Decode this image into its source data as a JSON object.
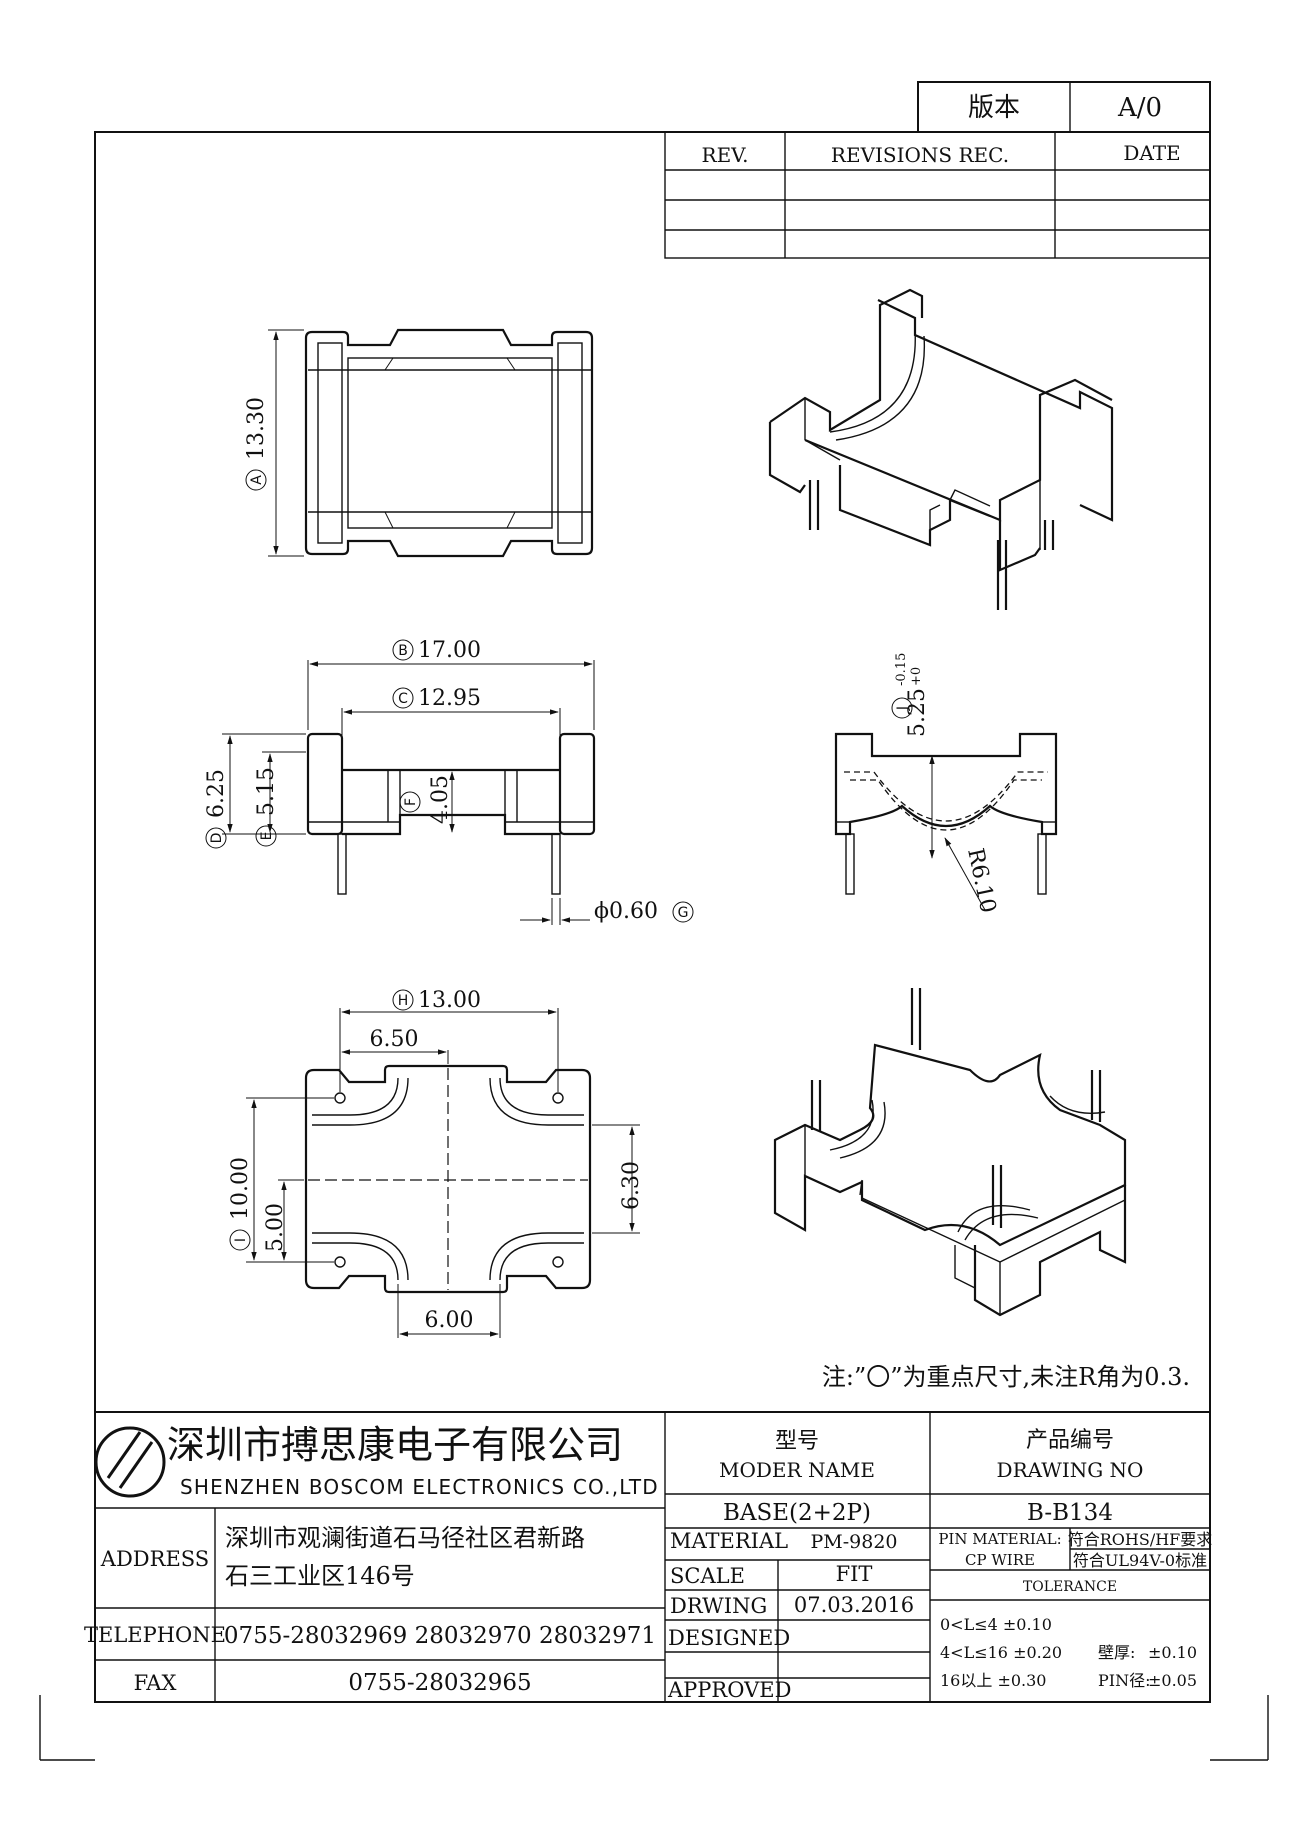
{
  "version_box": {
    "label": "版本",
    "value": "A/0"
  },
  "revisions": {
    "headers": [
      "REV.",
      "REVISIONS REC.",
      "DATE"
    ],
    "rows": [
      [
        "",
        "",
        ""
      ],
      [
        "",
        "",
        ""
      ],
      [
        "",
        "",
        ""
      ]
    ]
  },
  "dimensions": {
    "A": {
      "marker": "A",
      "value": "13.30"
    },
    "B": {
      "marker": "B",
      "value": "17.00"
    },
    "C": {
      "marker": "C",
      "value": "12.95"
    },
    "D": {
      "marker": "D",
      "value": "6.25"
    },
    "E": {
      "marker": "E",
      "value": "5.15"
    },
    "F": {
      "marker": "F",
      "value": "4.05"
    },
    "G": {
      "marker": "G",
      "value": "ϕ0.60"
    },
    "H": {
      "marker": "H",
      "value": "13.00"
    },
    "I": {
      "marker": "I",
      "value": "10.00"
    },
    "J": {
      "marker": "J",
      "value": "5.25",
      "tol_upper": "+0",
      "tol_lower": "-0.15"
    },
    "plain": {
      "half_width": "6.50",
      "half_height": "5.00",
      "notch_height": "6.30",
      "bottom_width": "6.00",
      "radius": "R6.10"
    }
  },
  "note": "注:”〇”为重点尺寸,未注R角为0.3.",
  "company": {
    "name_cn": "深圳市搏思康电子有限公司",
    "name_en": "SHENZHEN BOSCOM ELECTRONICS CO.,LTD",
    "address_label": "ADDRESS",
    "address_line1": "深圳市观澜街道石马径社区君新路",
    "address_line2": "石三工业区146号",
    "telephone_label": "TELEPHONE",
    "telephone": "0755-28032969 28032970 28032971",
    "fax_label": "FAX",
    "fax": "0755-28032965"
  },
  "title_block": {
    "model_label_cn": "型号",
    "model_label_en": "MODER NAME",
    "model_value": "BASE(2+2P)",
    "drawing_label_cn": "产品编号",
    "drawing_label_en": "DRAWING NO",
    "drawing_value": "B-B134",
    "material_label": "MATERIAL",
    "material_value": "PM-9820",
    "scale_label": "SCALE",
    "scale_value": "FIT",
    "drawing_date_label": "DRWING",
    "drawing_date_value": "07.03.2016",
    "designed_label": "DESIGNED",
    "designed_value": "",
    "approved_label": "APPROVED",
    "approved_value": "",
    "pin_material_label": "PIN MATERIAL:",
    "pin_material_value": "CP WIRE",
    "compliance_1": "符合ROHS/HF要求",
    "compliance_2": "符合UL94V-0标准",
    "tolerance_label": "TOLERANCE",
    "tolerance_1": "0<L≤4  ±0.10",
    "tolerance_2": "4<L≤16  ±0.20",
    "tolerance_3": "16以上      ±0.30",
    "wall_label": "壁厚:",
    "wall_value": "±0.10",
    "pin_dia_label": "PIN径:",
    "pin_dia_value": "±0.05"
  }
}
